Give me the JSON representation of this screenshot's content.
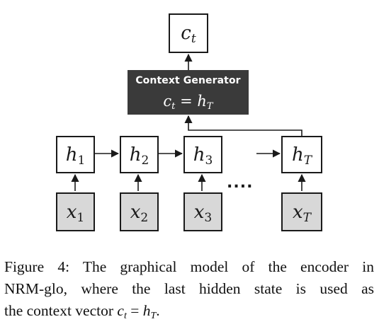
{
  "output_node": {
    "symbol": "c",
    "sub": "t"
  },
  "context_generator": {
    "title": "Context Generator",
    "formula": {
      "lhs": "c",
      "lhs_sub": "t",
      "eq": "=",
      "rhs": "h",
      "rhs_sub": "T"
    }
  },
  "hidden_states": [
    {
      "symbol": "h",
      "sub": "1"
    },
    {
      "symbol": "h",
      "sub": "2"
    },
    {
      "symbol": "h",
      "sub": "3"
    },
    {
      "symbol": "h",
      "sub": "T"
    }
  ],
  "inputs": [
    {
      "symbol": "x",
      "sub": "1"
    },
    {
      "symbol": "x",
      "sub": "2"
    },
    {
      "symbol": "x",
      "sub": "3"
    },
    {
      "symbol": "x",
      "sub": "T"
    }
  ],
  "ellipsis": "....",
  "caption": {
    "line1": "Figure 4: The graphical model of the encoder in",
    "line2": "NRM-glo, where the last hidden state is used as",
    "line3_prefix": "the context vector ",
    "formula": {
      "lhs": "c",
      "lhs_sub": "t",
      "eq": " = ",
      "rhs": "h",
      "rhs_sub": "T"
    },
    "line3_suffix": "."
  },
  "colors": {
    "generator_fill": "#3a3a3a",
    "input_fill": "#d8d8d8",
    "stroke": "#1a1a1a"
  }
}
